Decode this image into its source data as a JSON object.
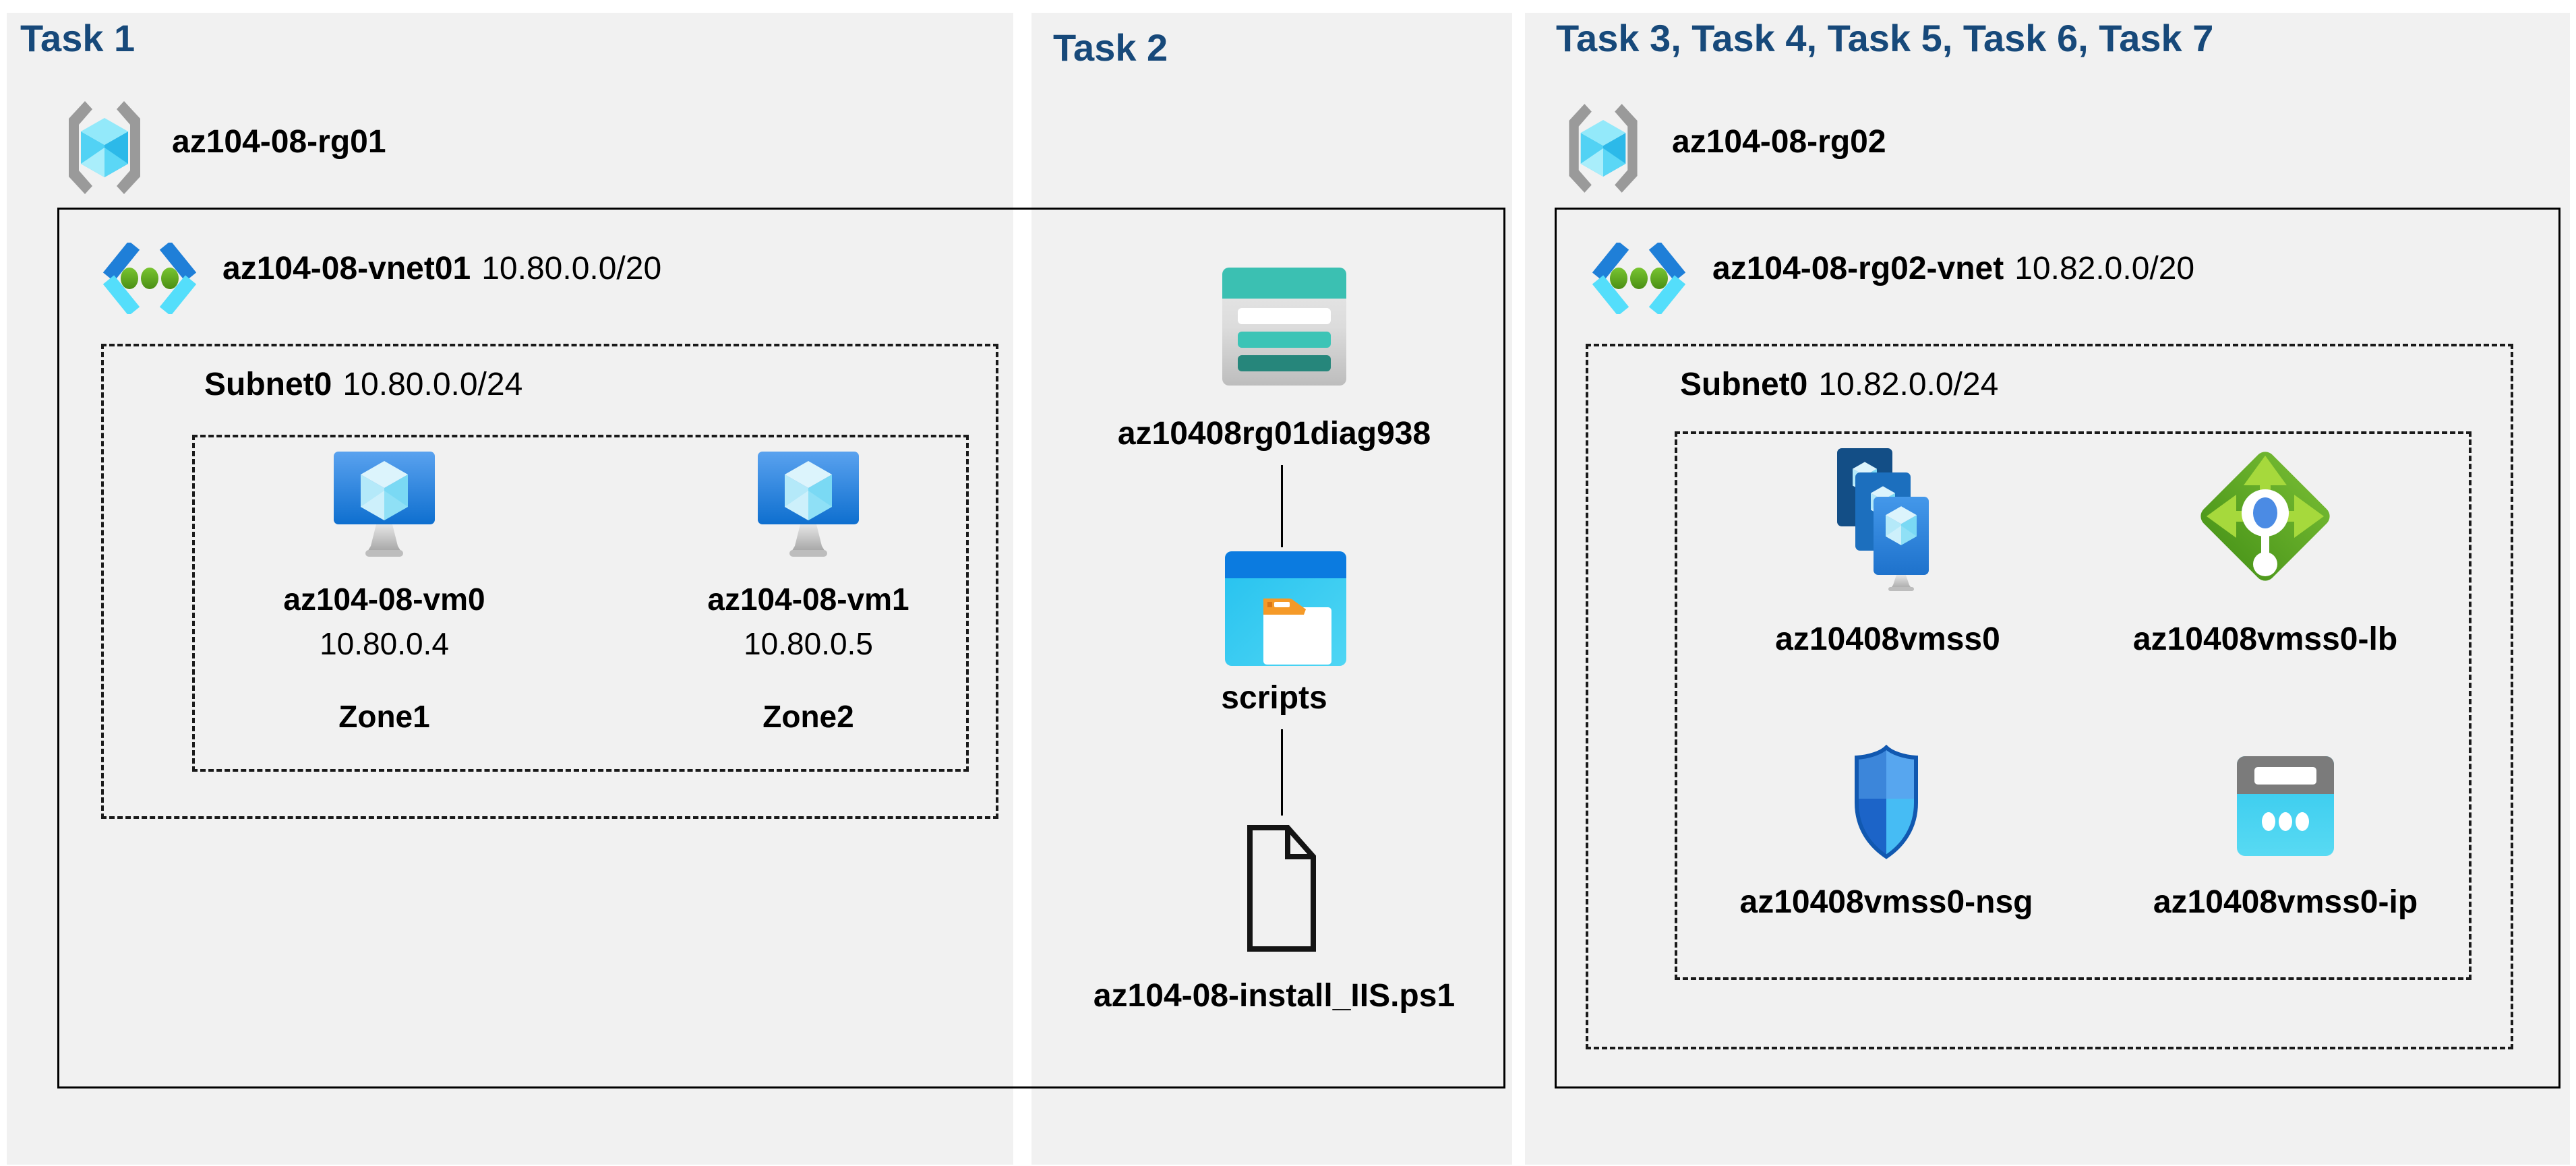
{
  "page": {
    "background": "#ffffff",
    "panel_color": "#f1f1f1",
    "header_color": "#17497a",
    "box_border_color": "#000000"
  },
  "task1": {
    "header": "Task 1",
    "resource_group": "az104-08-rg01",
    "vnet": {
      "name": "az104-08-vnet01",
      "cidr": "10.80.0.0/20"
    },
    "subnet": {
      "name": "Subnet0",
      "cidr": "10.80.0.0/24"
    },
    "vms": [
      {
        "name": "az104-08-vm0",
        "ip": "10.80.0.4",
        "zone": "Zone1",
        "icon": "virtual-machine-icon"
      },
      {
        "name": "az104-08-vm1",
        "ip": "10.80.0.5",
        "zone": "Zone2",
        "icon": "virtual-machine-icon"
      }
    ]
  },
  "task2": {
    "header": "Task 2",
    "storage_account": {
      "name": "az10408rg01diag938",
      "icon": "storage-account-icon"
    },
    "container": {
      "name": "scripts",
      "icon": "blob-container-icon"
    },
    "file": {
      "name": "az104-08-install_IIS.ps1",
      "icon": "file-icon"
    }
  },
  "task3": {
    "header": "Task 3, Task 4, Task 5, Task 6, Task 7",
    "resource_group": "az104-08-rg02",
    "vnet": {
      "name": "az104-08-rg02-vnet",
      "cidr": "10.82.0.0/20"
    },
    "subnet": {
      "name": "Subnet0",
      "cidr": "10.82.0.0/24"
    },
    "resources": [
      {
        "name": "az10408vmss0",
        "icon": "vmss-icon"
      },
      {
        "name": "az10408vmss0-lb",
        "icon": "load-balancer-icon"
      },
      {
        "name": "az10408vmss0-nsg",
        "icon": "nsg-icon"
      },
      {
        "name": "az10408vmss0-ip",
        "icon": "public-ip-icon"
      }
    ]
  }
}
